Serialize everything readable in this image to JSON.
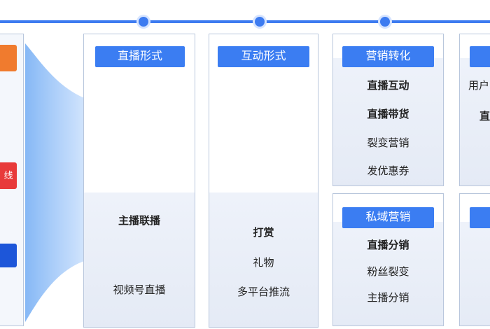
{
  "timeline": {
    "labels": [
      "",
      "",
      ""
    ]
  },
  "left_panel": {
    "red_tag_text": "线"
  },
  "columns": [
    {
      "id": "c1",
      "title": "直播形式",
      "items": [
        {
          "text": "",
          "bold": false
        },
        {
          "text": "",
          "bold": false
        },
        {
          "text": "",
          "bold": false
        },
        {
          "text": "主播联播",
          "bold": true
        },
        {
          "text": "视频号直播",
          "bold": false
        }
      ]
    },
    {
      "id": "c2",
      "title": "互动形式",
      "items": [
        {
          "text": "",
          "bold": false
        },
        {
          "text": "",
          "bold": false
        },
        {
          "text": "",
          "bold": false
        },
        {
          "text": "",
          "bold": false
        },
        {
          "text": "",
          "bold": false
        },
        {
          "text": "打赏",
          "bold": true
        },
        {
          "text": "礼物",
          "bold": false
        },
        {
          "text": "多平台推流",
          "bold": false
        }
      ]
    },
    {
      "id": "c3",
      "title": "营销转化",
      "items": [
        {
          "text": "直播互动",
          "bold": true
        },
        {
          "text": "直播带货",
          "bold": true
        },
        {
          "text": "裂变营销",
          "bold": false
        },
        {
          "text": "发优惠券",
          "bold": false
        }
      ]
    },
    {
      "id": "c4",
      "title": "私域营销",
      "items": [
        {
          "text": "直播分销",
          "bold": true
        },
        {
          "text": "粉丝裂变",
          "bold": false
        },
        {
          "text": "主播分销",
          "bold": false
        }
      ]
    },
    {
      "id": "c5",
      "title": "",
      "items": [
        {
          "text": "用户",
          "bold": false
        },
        {
          "text": "直",
          "bold": true
        }
      ]
    },
    {
      "id": "c6",
      "title": "",
      "items": []
    }
  ],
  "colors": {
    "accent": "#3b7df2",
    "timeline": "#3d7bf0",
    "panel_border": "#b8c6dc",
    "tag_orange": "#f07b2e",
    "tag_red": "#e83a3a",
    "tag_blue": "#1d56d9"
  }
}
